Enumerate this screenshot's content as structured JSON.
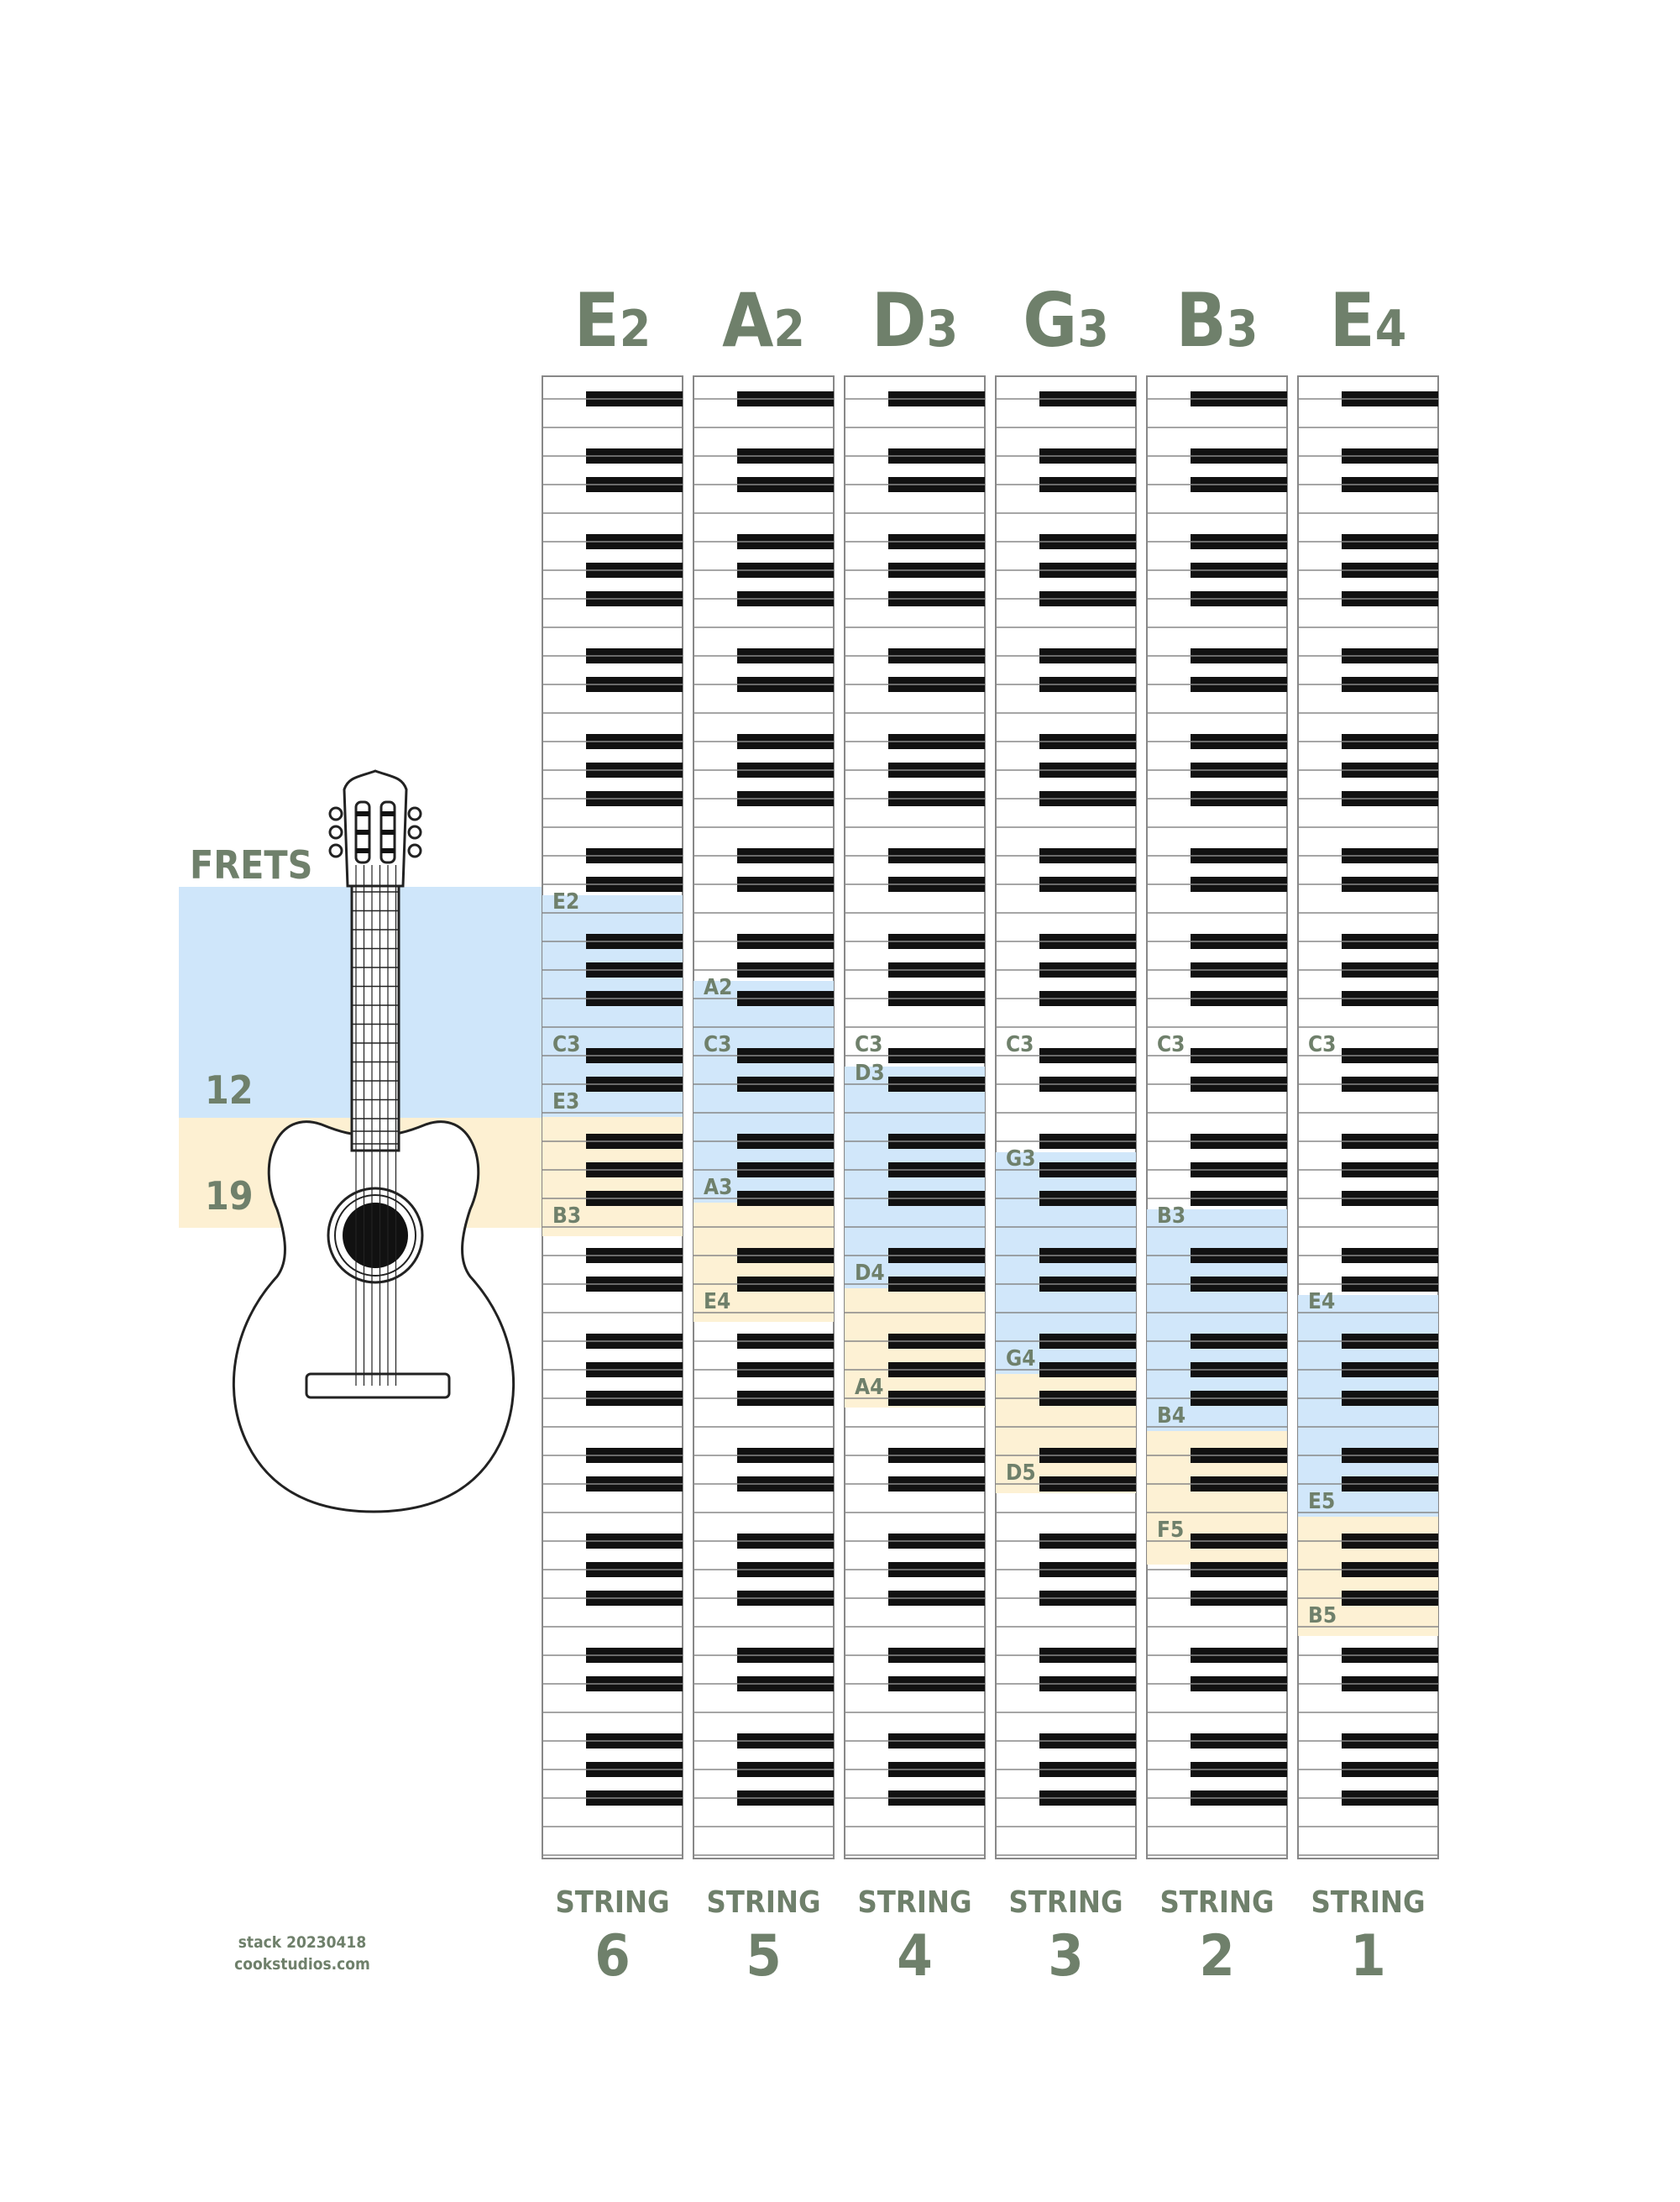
{
  "strings": [
    {
      "tuning": "E2",
      "note": "E",
      "octave": "2",
      "label": "STRING",
      "number": "6",
      "markers": [
        "E2",
        "C3",
        "E3",
        "B3"
      ]
    },
    {
      "tuning": "A2",
      "note": "A",
      "octave": "2",
      "label": "STRING",
      "number": "5",
      "markers": [
        "A2",
        "C3",
        "A3",
        "E4"
      ]
    },
    {
      "tuning": "D3",
      "note": "D",
      "octave": "3",
      "label": "STRING",
      "number": "4",
      "markers": [
        "C3",
        "D3",
        "D4",
        "A4"
      ]
    },
    {
      "tuning": "G3",
      "note": "G",
      "octave": "3",
      "label": "STRING",
      "number": "3",
      "markers": [
        "C3",
        "G3",
        "G4",
        "D5"
      ]
    },
    {
      "tuning": "B3",
      "note": "B",
      "octave": "3",
      "label": "STRING",
      "number": "2",
      "markers": [
        "C3",
        "B3",
        "B4",
        "F5"
      ]
    },
    {
      "tuning": "E4",
      "note": "E",
      "octave": "4",
      "label": "STRING",
      "number": "1",
      "markers": [
        "C3",
        "E4",
        "E5",
        "B5"
      ]
    }
  ],
  "frets": {
    "title": "FRETS",
    "marker_12": "12",
    "marker_19": "19"
  },
  "footer": {
    "line1": "stack 20230418",
    "line2": "cookstudios.com"
  },
  "colors": {
    "accent_text": "#6f806b",
    "blue_band": "#cfe6fa",
    "yellow_band": "#fdf0d2",
    "black_key": "#111111",
    "key_outline": "#888888",
    "guitar_outline": "#222222"
  }
}
